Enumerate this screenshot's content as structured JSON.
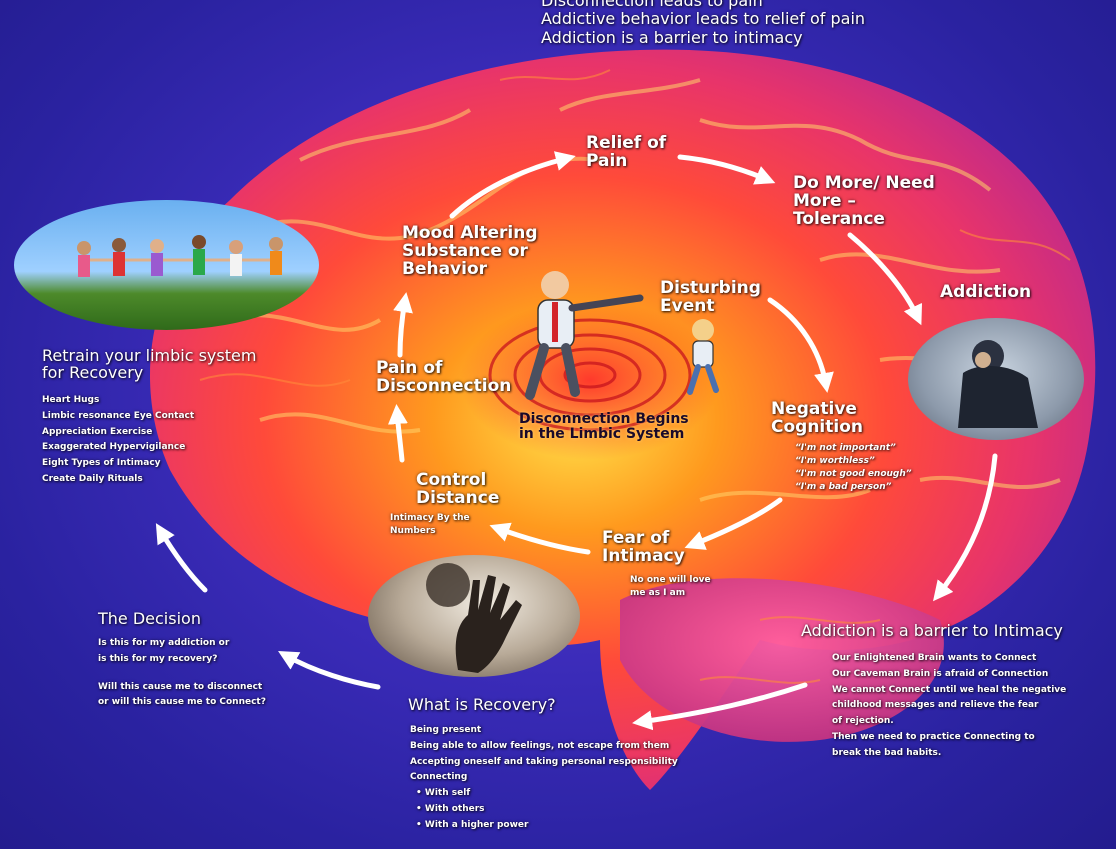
{
  "top_lines": [
    "Disconnection leads to pain",
    "Addictive behavior leads to relief of pain",
    "Addiction is a barrier to intimacy"
  ],
  "cycle": {
    "relief_of_pain": [
      "Relief of",
      "Pain"
    ],
    "do_more": [
      "Do More/ Need",
      "More –",
      "Tolerance"
    ],
    "addiction": "Addiction",
    "mood_altering": [
      "Mood Altering",
      "Substance or",
      "Behavior"
    ],
    "disturbing_event": [
      "Disturbing",
      "Event"
    ],
    "pain_of_disconnection": [
      "Pain of",
      "Disconnection"
    ],
    "negative_cognition": [
      "Negative",
      "Cognition"
    ],
    "negative_quotes": [
      "“I'm not important”",
      "“I'm worthless”",
      "“I'm not good enough”",
      "“I'm a bad person”"
    ],
    "control_distance": [
      "Control",
      "Distance"
    ],
    "control_sub": [
      "Intimacy By the",
      "Numbers"
    ],
    "fear_of_intimacy": [
      "Fear of",
      "Intimacy"
    ],
    "fear_sub": [
      "No one will love",
      "me as I am"
    ],
    "center_caption": [
      "Disconnection Begins",
      "in the Limbic System"
    ]
  },
  "retrain": {
    "title": [
      "Retrain your limbic system",
      "for Recovery"
    ],
    "items": [
      "Heart Hugs",
      "Limbic resonance Eye Contact",
      "Appreciation Exercise",
      "Exaggerated Hypervigilance",
      "Eight Types of Intimacy",
      "Create Daily Rituals"
    ]
  },
  "decision": {
    "title": "The Decision",
    "lines": [
      "Is this for my addiction or",
      "is this for my recovery?",
      "",
      "Will this cause me to disconnect",
      "or will this cause me to Connect?"
    ]
  },
  "recovery": {
    "title": "What is Recovery?",
    "lines": [
      "Being present",
      "Being able to allow feelings, not escape from them",
      "Accepting oneself and taking personal responsibility",
      "Connecting",
      "• With self",
      "• With others",
      "• With a higher power"
    ]
  },
  "barrier": {
    "title": "Addiction is a barrier to Intimacy",
    "lines": [
      "Our Enlightened Brain wants to Connect",
      "Our Caveman Brain is afraid of Connection",
      "We cannot Connect until we heal the negative",
      "childhood messages and relieve the fear",
      "of rejection.",
      "Then we need to practice Connecting to",
      "break the bad habits."
    ]
  }
}
